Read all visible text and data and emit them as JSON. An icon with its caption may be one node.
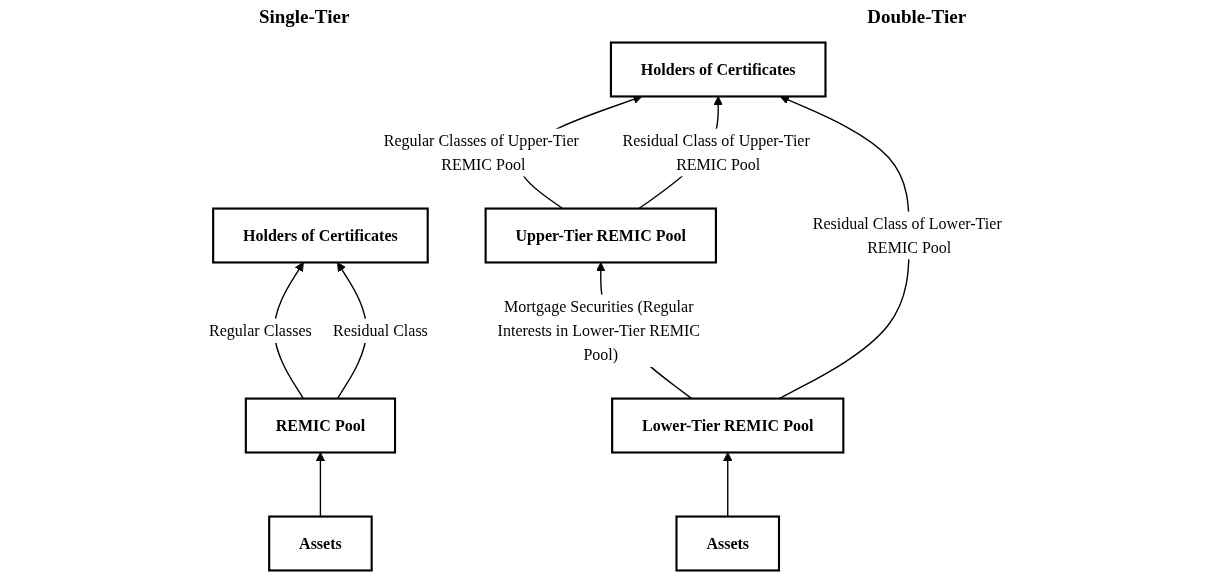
{
  "diagram": {
    "nodes": [
      {
        "text": [
          "Holders of Certificates"
        ]
      },
      {
        "text": [
          "REMIC Pool"
        ]
      },
      {
        "text": [
          "Assets"
        ]
      },
      {
        "text": [
          "Holders of Certificates"
        ]
      },
      {
        "text": [
          "Upper-Tier REMIC Pool"
        ]
      },
      {
        "text": [
          "Lower-Tier REMIC Pool"
        ]
      },
      {
        "text": [
          "Assets"
        ]
      }
    ],
    "edges": [
      {
        "from": 1,
        "to": 0,
        "arrow": "to",
        "label": "Regular Classes"
      },
      {
        "from": 1,
        "to": 0,
        "arrow": "to",
        "label": "Residual Class"
      },
      {
        "from": 2,
        "to": 1,
        "arrow": "to"
      },
      {
        "from": 4,
        "to": 3,
        "arrow": "to",
        "label": "Regular Classes of Upper-Tier REMIC Pool"
      },
      {
        "from": 4,
        "to": 3,
        "arrow": "to",
        "label": "Residual Class of Upper-Tier REMIC Pool"
      },
      {
        "from": 5,
        "to": 4,
        "arrow": "to",
        "label": "Mortgage Securities (Regular Interests in Lower-Tier REMIC Pool)"
      },
      {
        "from": 5,
        "to": 3,
        "arrow": "to",
        "label": "Residual Class of Lower-Tier REMIC Pool"
      },
      {
        "from": 6,
        "to": 5,
        "arrow": "to"
      }
    ],
    "labels": [
      "Single-Tier",
      "Double-Tier"
    ]
  }
}
